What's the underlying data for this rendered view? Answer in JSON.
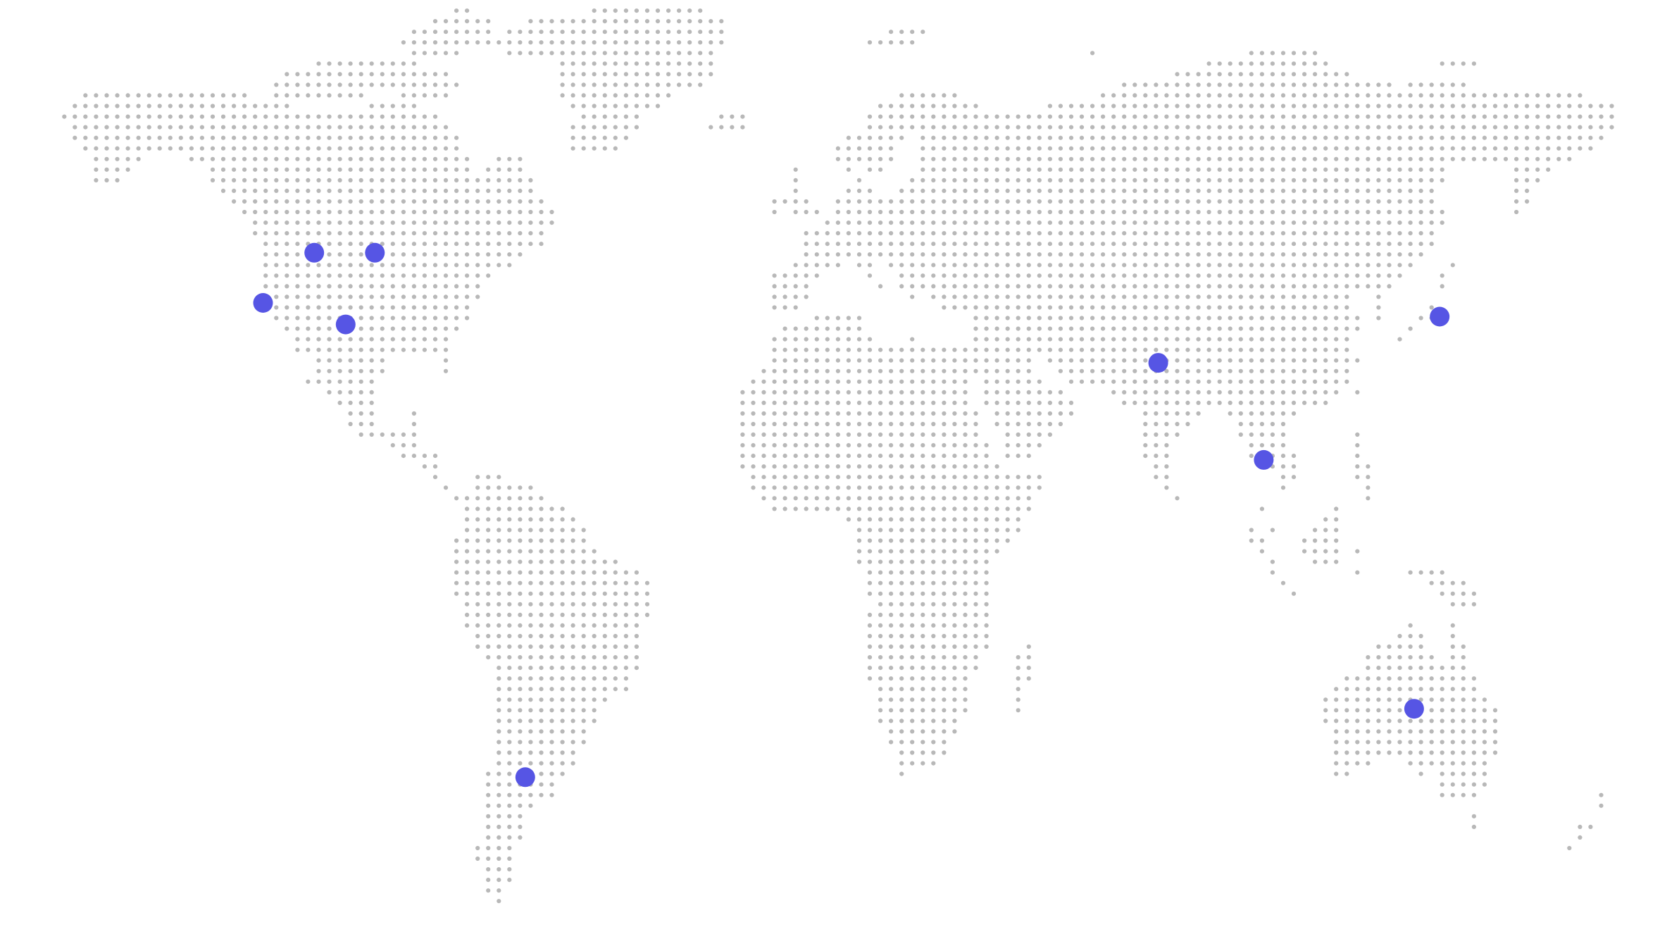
{
  "map": {
    "style": "dotted world map",
    "dot_color": "#b8b8b8",
    "marker_color": "#5655e4",
    "background_color": "#ffffff",
    "markers": [
      {
        "id": "marker-north-america-west",
        "lon": -122.4,
        "lat": 37.8
      },
      {
        "id": "marker-north-america-northwest",
        "lon": -111.0,
        "lat": 45.5
      },
      {
        "id": "marker-north-america-central",
        "lon": -97.5,
        "lat": 45.5
      },
      {
        "id": "marker-north-america-south",
        "lon": -104.0,
        "lat": 34.5
      },
      {
        "id": "marker-south-america",
        "lon": -64.0,
        "lat": -35.0
      },
      {
        "id": "marker-south-asia",
        "lon": 77.0,
        "lat": 28.6
      },
      {
        "id": "marker-southeast-asia",
        "lon": 100.5,
        "lat": 13.7
      },
      {
        "id": "marker-east-asia",
        "lon": 139.7,
        "lat": 35.7
      },
      {
        "id": "marker-australia",
        "lon": 134.0,
        "lat": -24.5
      }
    ]
  }
}
